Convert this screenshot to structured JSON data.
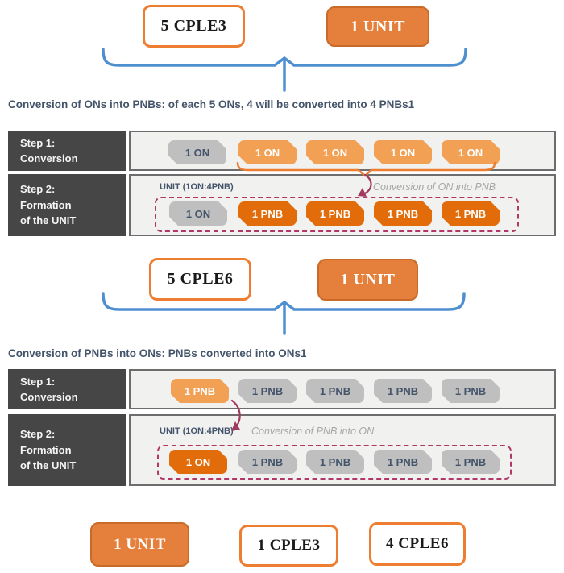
{
  "colors": {
    "orange_accent": "#ED7D31",
    "orange_solid_box": "#E5803C",
    "orange_light": "#F2A054",
    "orange_dark": "#E36C0A",
    "gray_box": "#BFBFBF",
    "slate_text": "#44546A",
    "label_cell_bg": "#464646",
    "row_bg": "#F1F1F0",
    "maroon_arrow": "#A13A60",
    "dashed_border": "#B13766",
    "blue_brace": "#4E8FD0"
  },
  "top_pair": {
    "left": "5 CPLE3",
    "right": "1 UNIT"
  },
  "section1": {
    "heading": "Conversion of ONs into PNBs: of each 5 ONs, 4 will be converted into 4 PNBs1",
    "step1": {
      "label": [
        "Step 1:",
        "Conversion"
      ],
      "boxes": [
        {
          "label": "1 ON",
          "variant": "gray"
        },
        {
          "label": "1 ON",
          "variant": "light-orange"
        },
        {
          "label": "1 ON",
          "variant": "light-orange"
        },
        {
          "label": "1 ON",
          "variant": "light-orange"
        },
        {
          "label": "1 ON",
          "variant": "light-orange"
        }
      ]
    },
    "step2": {
      "label": [
        "Step 2:",
        "Formation",
        "of the UNIT"
      ],
      "unit_label": "UNIT (1ON:4PNB)",
      "annotation": "Conversion of ON into PNB",
      "boxes": [
        {
          "label": "1 ON",
          "variant": "gray"
        },
        {
          "label": "1 PNB",
          "variant": "dark-orange"
        },
        {
          "label": "1 PNB",
          "variant": "dark-orange"
        },
        {
          "label": "1 PNB",
          "variant": "dark-orange"
        },
        {
          "label": "1 PNB",
          "variant": "dark-orange"
        }
      ]
    }
  },
  "middle_pair": {
    "left": "5 CPLE6",
    "right": "1 UNIT"
  },
  "section2": {
    "heading": "Conversion of PNBs into ONs: PNBs converted into ONs1",
    "step1": {
      "label": [
        "Step 1:",
        "Conversion"
      ],
      "boxes": [
        {
          "label": "1 PNB",
          "variant": "light-orange"
        },
        {
          "label": "1 PNB",
          "variant": "gray"
        },
        {
          "label": "1 PNB",
          "variant": "gray"
        },
        {
          "label": "1 PNB",
          "variant": "gray"
        },
        {
          "label": "1 PNB",
          "variant": "gray"
        }
      ]
    },
    "step2": {
      "label": [
        "Step 2:",
        "Formation",
        "of the UNIT"
      ],
      "unit_label": "UNIT (1ON:4PNB)",
      "annotation": "Conversion of PNB into ON",
      "boxes": [
        {
          "label": "1 ON",
          "variant": "dark-orange"
        },
        {
          "label": "1 PNB",
          "variant": "gray"
        },
        {
          "label": "1 PNB",
          "variant": "gray"
        },
        {
          "label": "1 PNB",
          "variant": "gray"
        },
        {
          "label": "1 PNB",
          "variant": "gray"
        }
      ]
    }
  },
  "bottom_row": {
    "boxes": [
      {
        "label": "1 UNIT",
        "variant": "orange"
      },
      {
        "label": "1 CPLE3",
        "variant": "white"
      },
      {
        "label": "4 CPLE6",
        "variant": "white"
      }
    ]
  }
}
